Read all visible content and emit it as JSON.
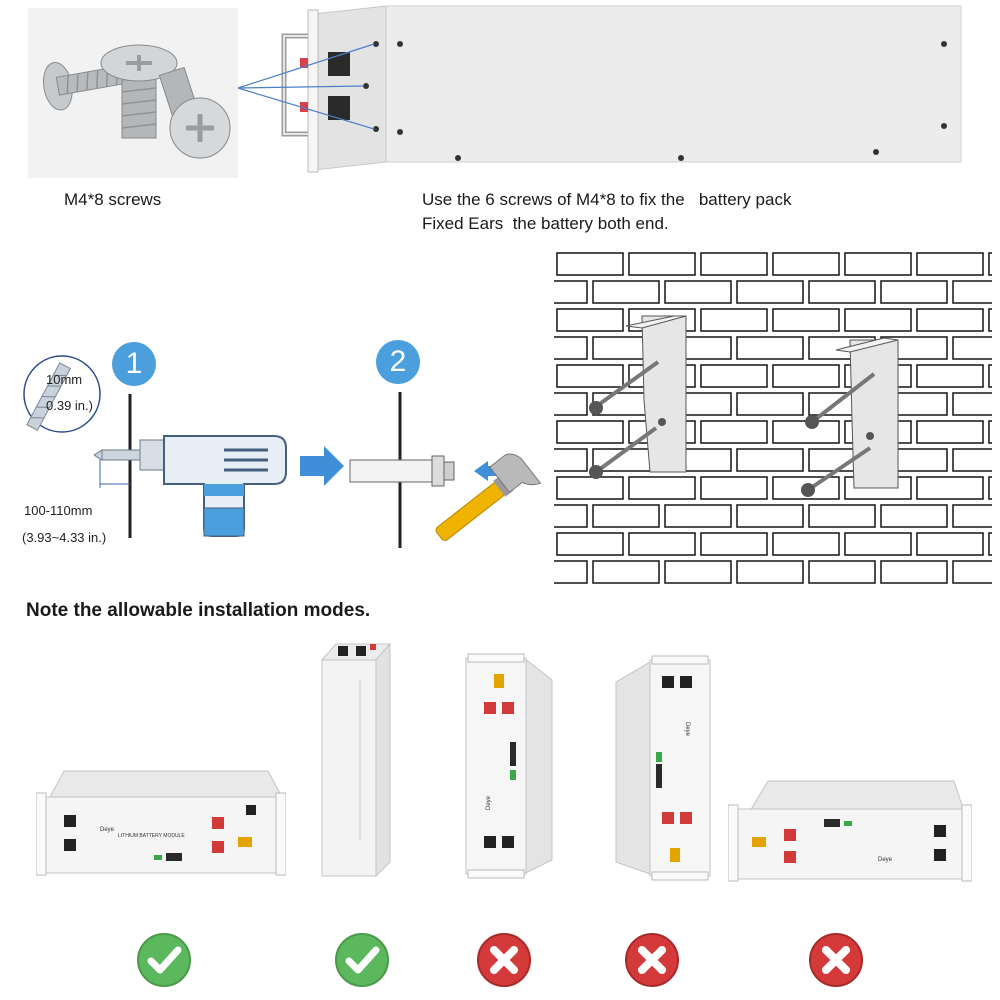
{
  "screws": {
    "label": "M4*8 screws"
  },
  "battery_pack": {
    "caption_line1": "Use the 6 screws of M4*8 to fix the   battery pack",
    "caption_line2": "Fixed Ears  the battery both end."
  },
  "drill_step": {
    "step_number": "1",
    "drill_bit_size": "10mm",
    "drill_bit_size_in": "0.39 in.)",
    "depth": "100-110mm",
    "depth_in": "(3.93~4.33 in.)"
  },
  "anchor_step": {
    "step_number": "2"
  },
  "installation": {
    "note": "Note the allowable installation modes.",
    "modes": [
      {
        "orientation": "horizontal-front",
        "allowed": true
      },
      {
        "orientation": "vertical-standing",
        "allowed": true
      },
      {
        "orientation": "vertical-side-up",
        "allowed": false
      },
      {
        "orientation": "vertical-side-down",
        "allowed": false
      },
      {
        "orientation": "horizontal-upside-down",
        "allowed": false
      }
    ],
    "module_label": "LITHIUM BATTERY MODULE",
    "brand": "Deye"
  },
  "colors": {
    "step_badge": "#4a9fdc",
    "check": "#5cb85c",
    "cross": "#d43a3a",
    "hammer_handle": "#f0b400",
    "arrow": "#3f8fd8"
  },
  "icons": {
    "allowed": "check-icon",
    "not_allowed": "cross-icon"
  }
}
